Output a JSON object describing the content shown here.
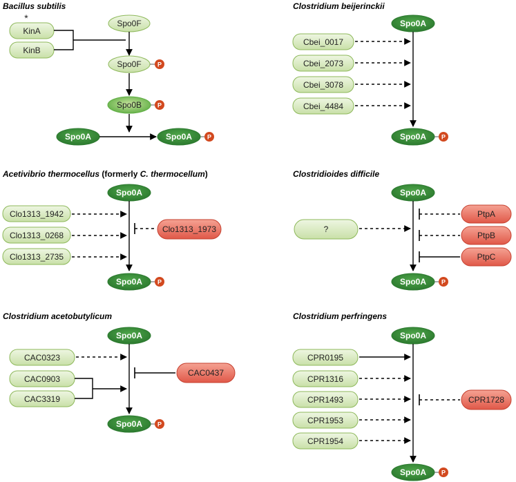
{
  "colors": {
    "light_green": "#dcebc4",
    "light_green_stroke": "#8db85a",
    "dark_green": "#3a8a3a",
    "red_fill": "#e96a5c",
    "red_stroke": "#c5402f",
    "phospho": "#d2491f",
    "line": "#000000"
  },
  "phospho_label": "P",
  "panels": {
    "bacillus": {
      "title_italic": "Bacillus subtilis",
      "star": "*",
      "kinA": "KinA",
      "kinB": "KinB",
      "spo0f": "Spo0F",
      "spo0f_p": "Spo0F",
      "spo0b": "Spo0B",
      "spo0a": "Spo0A",
      "spo0a_p": "Spo0A"
    },
    "beijerinckii": {
      "title_italic": "Clostridium beijerinckii",
      "top": "Spo0A",
      "bottom": "Spo0A",
      "kinases": [
        "Cbei_0017",
        "Cbei_2073",
        "Cbei_3078",
        "Cbei_4484"
      ]
    },
    "thermocellum": {
      "title_italic_1": "Acetivibrio thermocellus",
      "title_plain_1": " (formerly ",
      "title_italic_2": "C. thermocellum",
      "title_plain_2": ")",
      "top": "Spo0A",
      "bottom": "Spo0A",
      "kinases": [
        "Clo1313_1942",
        "Clo1313_0268",
        "Clo1313_2735"
      ],
      "inhibitor": "Clo1313_1973"
    },
    "difficile": {
      "title_italic": "Clostridioides difficile",
      "top": "Spo0A",
      "bottom": "Spo0A",
      "kinase": "?",
      "inhibitors": [
        "PtpA",
        "PtpB",
        "PtpC"
      ]
    },
    "acetobutylicum": {
      "title_italic": "Clostridium acetobutylicum",
      "top": "Spo0A",
      "bottom": "Spo0A",
      "kinases": [
        "CAC0323",
        "CAC0903",
        "CAC3319"
      ],
      "inhibitor": "CAC0437"
    },
    "perfringens": {
      "title_italic": "Clostridium perfringens",
      "top": "Spo0A",
      "bottom": "Spo0A",
      "kinases": [
        "CPR0195",
        "CPR1316",
        "CPR1493",
        "CPR1953",
        "CPR1954"
      ],
      "inhibitor": "CPR1728"
    }
  }
}
